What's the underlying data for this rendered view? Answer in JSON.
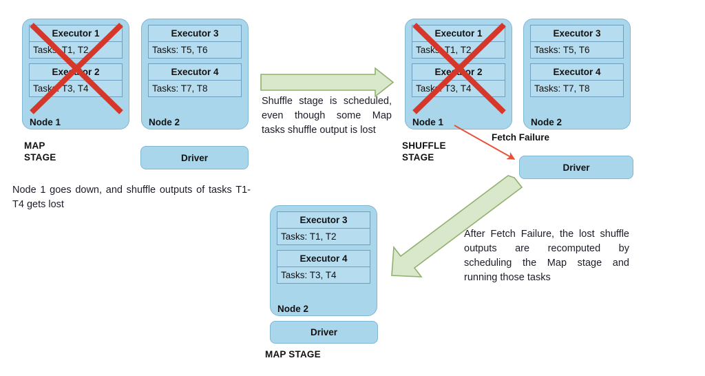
{
  "diagram": {
    "title": "Spark Fetch Failure and Map stage recomputation",
    "colors": {
      "node_fill": "#a9d6ea",
      "node_border": "#7fb6d4",
      "executor_fill": "#b6dcf0",
      "executor_border": "#6f9fc0",
      "cross_red": "#d6372b",
      "arrow_red": "#e8503a",
      "arrow_green_fill": "#d9e8cb",
      "arrow_green_border": "#8fb06c",
      "text": "#111111"
    },
    "nodes": [
      {
        "id": "map-stage-node-1",
        "label": "Node 1",
        "crossed_out": true,
        "executors": [
          {
            "title": "Executor 1",
            "tasks": "Tasks: T1, T2"
          },
          {
            "title": "Executor 2",
            "tasks": "Tasks: T3, T4"
          }
        ]
      },
      {
        "id": "map-stage-node-2",
        "label": "Node 2",
        "crossed_out": false,
        "executors": [
          {
            "title": "Executor 3",
            "tasks": "Tasks: T5, T6"
          },
          {
            "title": "Executor 4",
            "tasks": "Tasks: T7, T8"
          }
        ]
      },
      {
        "id": "shuffle-stage-node-1",
        "label": "Node 1",
        "crossed_out": true,
        "executors": [
          {
            "title": "Executor 1",
            "tasks": "Tasks: T1, T2"
          },
          {
            "title": "Executor 2",
            "tasks": "Tasks: T3, T4"
          }
        ]
      },
      {
        "id": "shuffle-stage-node-2",
        "label": "Node 2",
        "crossed_out": false,
        "executors": [
          {
            "title": "Executor 3",
            "tasks": "Tasks: T5, T6"
          },
          {
            "title": "Executor 4",
            "tasks": "Tasks: T7, T8"
          }
        ]
      },
      {
        "id": "recompute-node-2",
        "label": "Node 2",
        "crossed_out": false,
        "executors": [
          {
            "title": "Executor 3",
            "tasks": "Tasks: T1, T2"
          },
          {
            "title": "Executor 4",
            "tasks": "Tasks: T3, T4"
          }
        ]
      }
    ],
    "drivers": [
      {
        "id": "driver-map-stage",
        "label": "Driver"
      },
      {
        "id": "driver-shuffle-stage",
        "label": "Driver"
      },
      {
        "id": "driver-recompute",
        "label": "Driver"
      }
    ],
    "stage_captions": [
      {
        "id": "caption-map-stage",
        "text": "MAP\nSTAGE"
      },
      {
        "id": "caption-shuffle-stage",
        "text": "SHUFFLE\nSTAGE"
      },
      {
        "id": "caption-recompute-map-stage",
        "text": "MAP STAGE"
      }
    ],
    "annotations": {
      "node_down_text": "Node 1 goes down, and shuffle outputs of tasks T1-T4 gets lost",
      "shuffle_scheduled_text": "Shuffle stage is scheduled, even though some Map tasks shuffle output is lost",
      "fetch_failure_label": "Fetch Failure",
      "recompute_text": "After Fetch Failure, the lost shuffle outputs are recomputed by scheduling the Map stage and running those tasks"
    }
  }
}
